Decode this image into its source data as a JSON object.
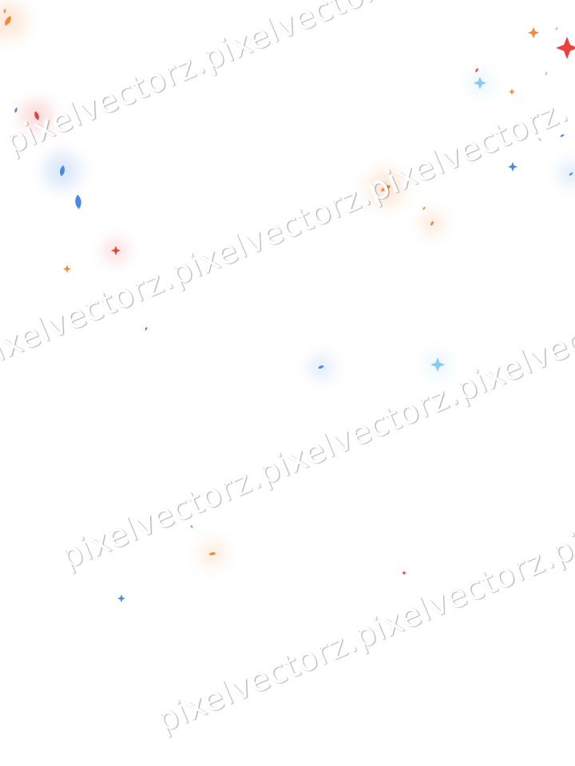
{
  "image": {
    "background": "#ffffff",
    "subject": "confetti-burst",
    "palette": {
      "red": "#e8322b",
      "blue": "#3a7fe0",
      "orange": "#f07f2a",
      "light_blue": "#7cc8f0"
    }
  },
  "watermark": {
    "text": "pixelvectorz.pixelvectorz.pixelvectorz."
  },
  "confetti": [
    {
      "shape": "petal",
      "color": "orange",
      "glow": true
    },
    {
      "shape": "petal",
      "color": "orange",
      "glow": false
    },
    {
      "shape": "petal",
      "color": "red",
      "glow": true
    },
    {
      "shape": "petal",
      "color": "blue",
      "glow": true
    },
    {
      "shape": "petal",
      "color": "blue",
      "glow": false
    },
    {
      "shape": "star",
      "color": "red",
      "glow": true
    },
    {
      "shape": "star",
      "color": "orange",
      "glow": false
    },
    {
      "shape": "petal",
      "color": "blue",
      "glow": false
    },
    {
      "shape": "petal",
      "color": "red",
      "glow": false
    },
    {
      "shape": "star",
      "color": "light_blue",
      "glow": true
    },
    {
      "shape": "petal",
      "color": "orange",
      "glow": true
    },
    {
      "shape": "petal",
      "color": "orange",
      "glow": false
    },
    {
      "shape": "petal",
      "color": "orange",
      "glow": true
    },
    {
      "shape": "star",
      "color": "orange",
      "glow": false
    },
    {
      "shape": "star",
      "color": "red",
      "glow": false
    },
    {
      "shape": "star",
      "color": "blue",
      "glow": false
    },
    {
      "shape": "petal",
      "color": "light_blue",
      "glow": false
    },
    {
      "shape": "petal",
      "color": "light_blue",
      "glow": false
    },
    {
      "shape": "star",
      "color": "red",
      "glow": false
    },
    {
      "shape": "petal",
      "color": "blue",
      "glow": true
    },
    {
      "shape": "star",
      "color": "light_blue",
      "glow": true
    },
    {
      "shape": "petal",
      "color": "orange",
      "glow": false
    },
    {
      "shape": "petal",
      "color": "orange",
      "glow": true
    },
    {
      "shape": "star",
      "color": "blue",
      "glow": false
    },
    {
      "shape": "star",
      "color": "red",
      "glow": false
    },
    {
      "shape": "petal",
      "color": "red",
      "glow": false
    },
    {
      "shape": "petal",
      "color": "blue",
      "glow": false
    },
    {
      "shape": "petal",
      "color": "light_blue",
      "glow": false
    },
    {
      "shape": "star",
      "color": "orange",
      "glow": false
    },
    {
      "shape": "petal",
      "color": "blue",
      "glow": true
    }
  ]
}
